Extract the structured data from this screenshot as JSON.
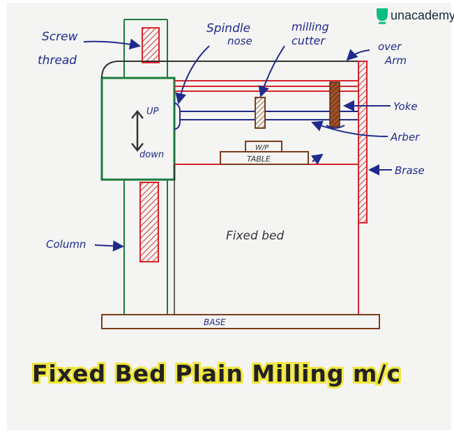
{
  "brand": {
    "name": "unacademy",
    "icon": "unacademy-logo-icon",
    "color": "#08bd80"
  },
  "diagram": {
    "title": "Fixed Bed Plain Milling m/c",
    "labels": {
      "screw_thread_1": "Screw",
      "screw_thread_2": "thread",
      "spindle_nose_1": "Spindle",
      "spindle_nose_2": "nose",
      "milling_cutter_1": "milling",
      "milling_cutter_2": "cutter",
      "over_arm_1": "over",
      "over_arm_2": "Arm",
      "yoke": "Yoke",
      "arber": "Arber",
      "brase": "Brase",
      "column": "Column",
      "up": "UP",
      "down": "down",
      "wp": "W/P",
      "table": "TABLE",
      "fixed_bed": "Fixed bed",
      "base": "BASE"
    }
  },
  "colors": {
    "label_blue": "#1f2a8c",
    "red_part": "#d8232a",
    "green_part": "#1a7a3a",
    "brown_part": "#7a3b1a",
    "title_highlight": "#f0e63a"
  }
}
